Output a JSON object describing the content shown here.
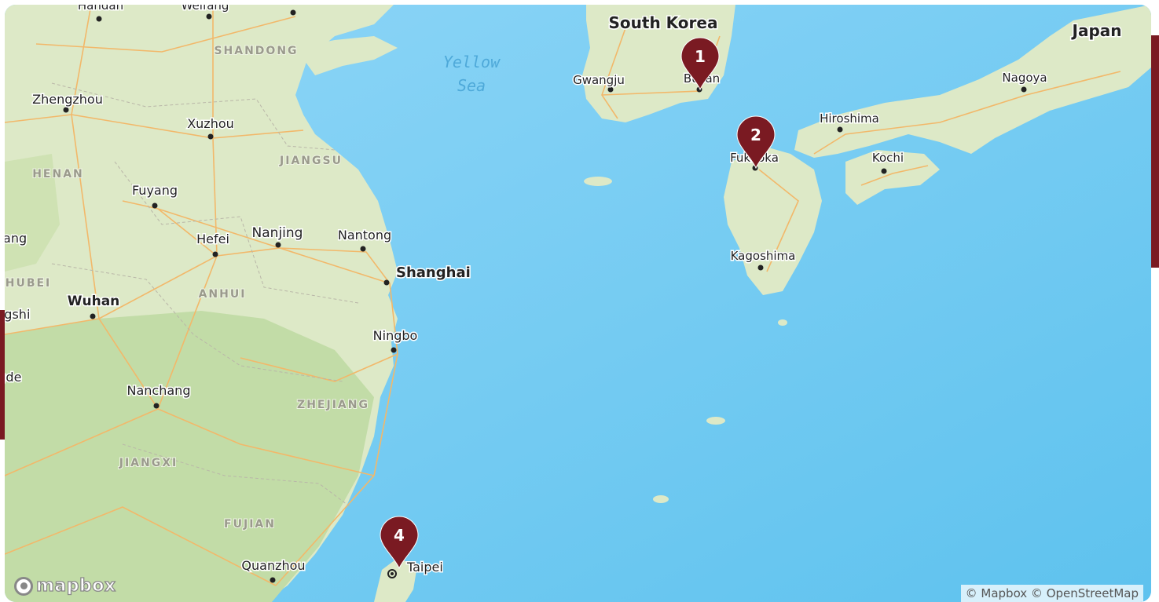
{
  "map": {
    "colors": {
      "water": "#7fd0f5",
      "land": "#dde9c7",
      "marker": "#7a1a22",
      "road": "#f2b86a"
    },
    "sea_labels": [
      "Yellow",
      "Sea"
    ],
    "countries": [
      "South Korea",
      "Japan"
    ],
    "regions": [
      "SHANDONG",
      "JIANGSU",
      "HENAN",
      "ANHUI",
      "HUBEI",
      "ZHEJIANG",
      "JIANGXI",
      "FUJIAN"
    ],
    "cities": [
      "Handan",
      "Weifang",
      "Zhengzhou",
      "Xuzhou",
      "Fuyang",
      "Hefei",
      "Nanjing",
      "Nantong",
      "Shanghai",
      "Wuhan",
      "Ningbo",
      "Nanchang",
      "Quanzhou",
      "Gwangju",
      "Busan",
      "Fukuoka",
      "Kagoshima",
      "Hiroshima",
      "Kochi",
      "Nagoya",
      "Taipei",
      "Luoyang",
      "Jingshi",
      "Changde"
    ],
    "markers": [
      {
        "label": "1",
        "place": "Busan"
      },
      {
        "label": "2",
        "place": "Fukuoka"
      },
      {
        "label": "4",
        "place": "Taipei"
      }
    ],
    "logo": "mapbox",
    "attribution": "© Mapbox © OpenStreetMap"
  }
}
